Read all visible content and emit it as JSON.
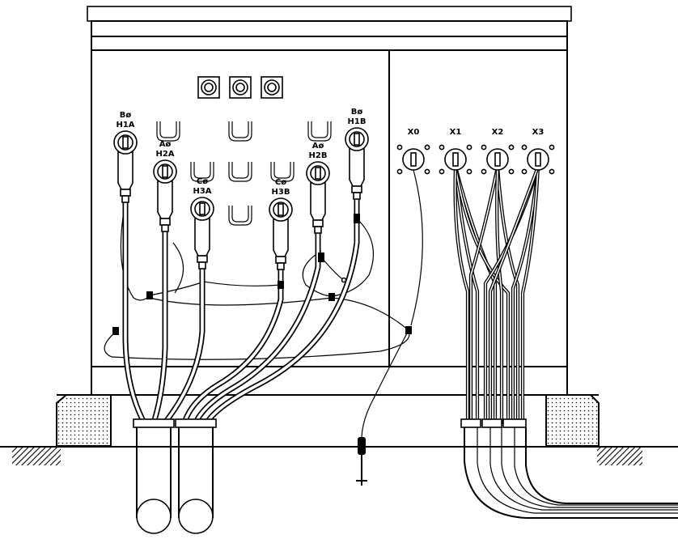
{
  "diagram": {
    "hv_bushings": [
      {
        "phase": "Bø",
        "terminal": "H1A"
      },
      {
        "phase": "Aø",
        "terminal": "H2A"
      },
      {
        "phase": "Cø",
        "terminal": "H3A"
      },
      {
        "phase": "Cø",
        "terminal": "H3B"
      },
      {
        "phase": "Aø",
        "terminal": "H2B"
      },
      {
        "phase": "Bø",
        "terminal": "H1B"
      }
    ],
    "lv_bushings": [
      "X0",
      "X1",
      "X2",
      "X3"
    ],
    "colors": {
      "line": "#000000",
      "background": "#ffffff"
    }
  }
}
